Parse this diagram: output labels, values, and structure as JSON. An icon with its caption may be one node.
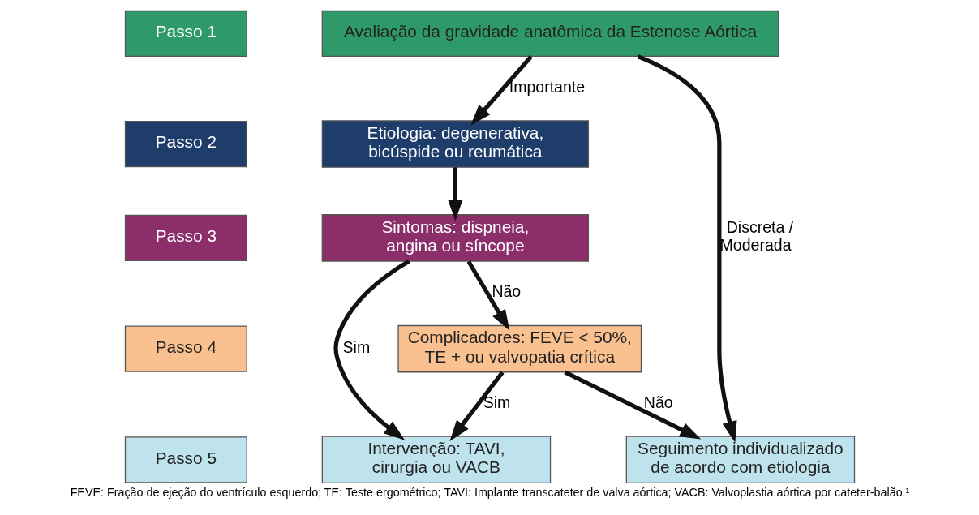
{
  "diagram": {
    "caption": "FEVE: Fração de ejeção do ventrículo esquerdo; TE: Teste ergométrico; TAVI: Implante transcateter de valva aórtica; VACB: Valvoplastia aórtica por cateter-balão.¹",
    "nodes": [
      {
        "text": [
          "Passo 1"
        ]
      },
      {
        "text": [
          "Avaliação da gravidade anatômica da Estenose Aórtica"
        ]
      },
      {
        "text": [
          "Passo 2"
        ]
      },
      {
        "text": [
          "Etiologia: degenerativa, bicúspide ou reumática"
        ]
      },
      {
        "text": [
          "Passo 3"
        ]
      },
      {
        "text": [
          "Sintomas: dispneia, angina ou síncope"
        ]
      },
      {
        "text": [
          "Passo 4"
        ]
      },
      {
        "text": [
          "Complicadores: FEVE < 50%, TE + ou valvopatia crítica"
        ]
      },
      {
        "text": [
          "Passo 5"
        ]
      },
      {
        "text": [
          "Intervenção: TAVI, cirurgia ou VACB"
        ]
      },
      {
        "text": [
          "Seguimento individualizado de acordo com etiologia"
        ]
      }
    ],
    "edges": [
      {
        "from": 1,
        "to": 3,
        "arrow": "to",
        "label": "Importante"
      },
      {
        "from": 1,
        "to": 10,
        "arrow": "to",
        "label": "Discreta / Moderada"
      },
      {
        "from": 3,
        "to": 5,
        "arrow": "to"
      },
      {
        "from": 5,
        "to": 9,
        "arrow": "to",
        "label": "Sim"
      },
      {
        "from": 5,
        "to": 7,
        "arrow": "to",
        "label": "Não"
      },
      {
        "from": 7,
        "to": 9,
        "arrow": "to",
        "label": "Sim"
      },
      {
        "from": 7,
        "to": 10,
        "arrow": "to",
        "label": "Não"
      }
    ]
  }
}
